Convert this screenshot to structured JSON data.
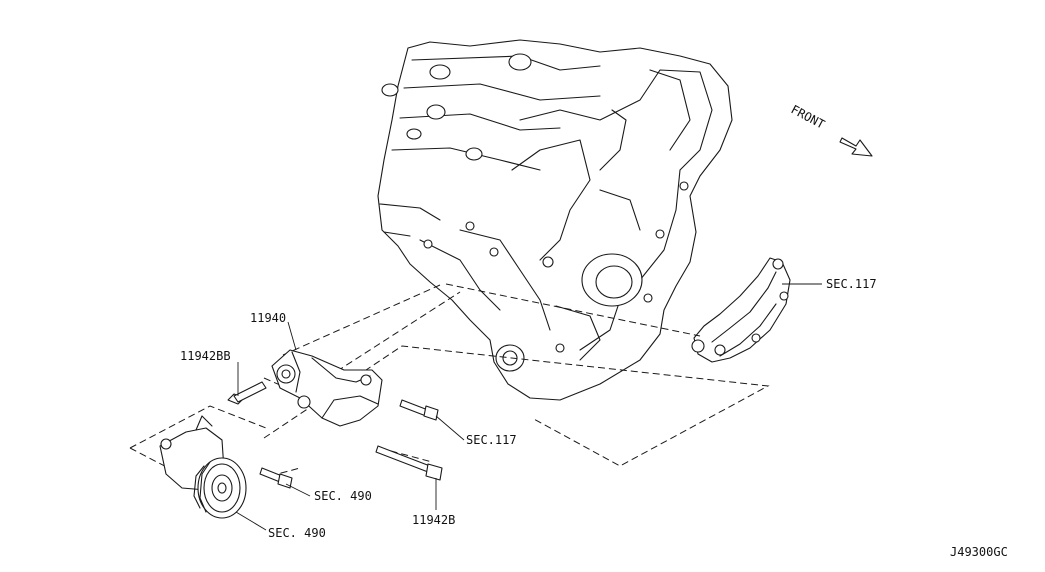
{
  "labels": {
    "front": "FRONT",
    "sec117_top": "SEC.117",
    "part_11940": "11940",
    "part_11942bb": "11942BB",
    "sec117_bottom": "SEC.117",
    "sec490_upper": "SEC. 490",
    "sec490_lower": "SEC. 490",
    "part_11942b": "11942B",
    "diagram_code": "J49300GC"
  },
  "colors": {
    "ink": "#1a1a1a",
    "background": "#ffffff"
  },
  "icons": [
    "front-arrow-icon"
  ]
}
